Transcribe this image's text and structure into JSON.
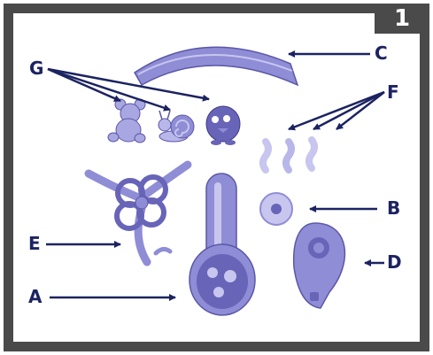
{
  "figure": {
    "number": "1"
  },
  "labels": {
    "a": "A",
    "b": "B",
    "c": "C",
    "d": "D",
    "e": "E",
    "f": "F",
    "g": "G"
  },
  "parts": [
    {
      "id": "A",
      "icon": "music-box-unit-icon"
    },
    {
      "id": "B",
      "icon": "screw-nut-icon"
    },
    {
      "id": "C",
      "icon": "arched-arm-icon"
    },
    {
      "id": "D",
      "icon": "remote-control-icon"
    },
    {
      "id": "E",
      "icon": "mobile-hanger-icon"
    },
    {
      "id": "F",
      "icon": "hanging-clip-icon"
    },
    {
      "id": "G",
      "icon": "plush-toy-icon"
    }
  ],
  "colors": {
    "frame": "#4a4a4a",
    "ink": "#1c2361",
    "part_fill": "#8f8dd6",
    "part_dark": "#5b57a8",
    "part_light": "#c8c6ee"
  }
}
